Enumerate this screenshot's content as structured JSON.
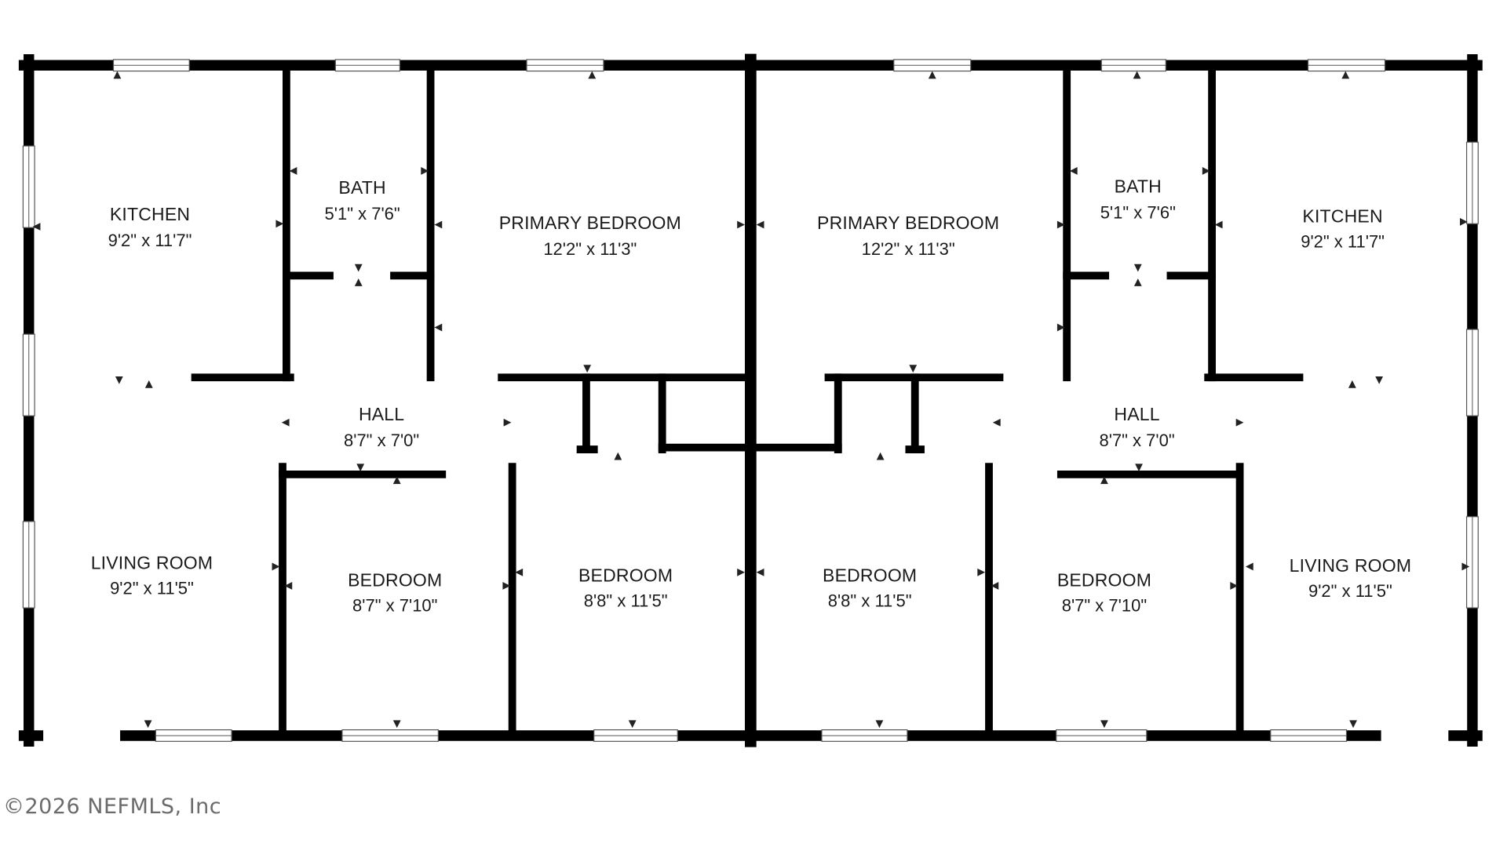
{
  "rooms": [
    {
      "id": "kitchen-left",
      "name": "KITCHEN",
      "dims": "9'2\" x 11'7\""
    },
    {
      "id": "bath-left",
      "name": "BATH",
      "dims": "5'1\" x 7'6\""
    },
    {
      "id": "primary-bedroom-left",
      "name": "PRIMARY BEDROOM",
      "dims": "12'2\" x 11'3\""
    },
    {
      "id": "primary-bedroom-right",
      "name": "PRIMARY BEDROOM",
      "dims": "12'2\" x 11'3\""
    },
    {
      "id": "bath-right",
      "name": "BATH",
      "dims": "5'1\" x 7'6\""
    },
    {
      "id": "kitchen-right",
      "name": "KITCHEN",
      "dims": "9'2\" x 11'7\""
    },
    {
      "id": "hall-left",
      "name": "HALL",
      "dims": "8'7\" x 7'0\""
    },
    {
      "id": "hall-right",
      "name": "HALL",
      "dims": "8'7\" x 7'0\""
    },
    {
      "id": "living-room-left",
      "name": "LIVING ROOM",
      "dims": "9'2\" x 11'5\""
    },
    {
      "id": "bedroom-1",
      "name": "BEDROOM",
      "dims": "8'7\" x 7'10\""
    },
    {
      "id": "bedroom-2",
      "name": "BEDROOM",
      "dims": "8'8\" x 11'5\""
    },
    {
      "id": "bedroom-3",
      "name": "BEDROOM",
      "dims": "8'8\" x 11'5\""
    },
    {
      "id": "bedroom-4",
      "name": "BEDROOM",
      "dims": "8'7\" x 7'10\""
    },
    {
      "id": "living-room-right",
      "name": "LIVING ROOM",
      "dims": "9'2\" x 11'5\""
    }
  ],
  "watermark": "©2026 NEFMLS, Inc",
  "colors": {
    "wall": "#000000",
    "window": "#ffffff",
    "window_line": "#555555",
    "background": "#ffffff"
  }
}
